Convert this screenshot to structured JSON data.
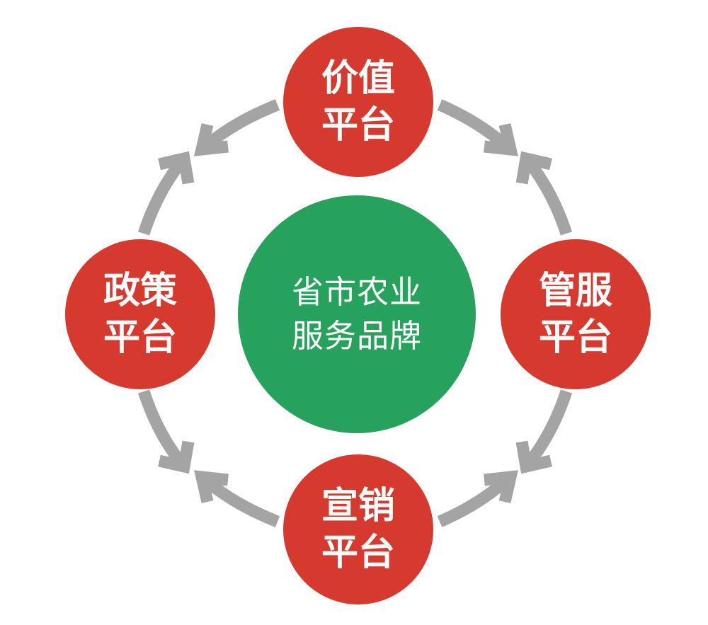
{
  "diagram": {
    "center": {
      "line1": "省市农业",
      "line2": "服务品牌"
    },
    "nodes": {
      "top": {
        "line1": "价值",
        "line2": "平台"
      },
      "right": {
        "line1": "管服",
        "line2": "平台"
      },
      "bottom": {
        "line1": "宣销",
        "line2": "平台"
      },
      "left": {
        "line1": "政策",
        "line2": "平台"
      }
    }
  },
  "colors": {
    "node_red": "#d63a2f",
    "center_green": "#27a25c",
    "arrow_gray": "#a4a4a4",
    "text": "#ffffff"
  },
  "icons": {
    "connector": "curved-arrow-icon"
  }
}
